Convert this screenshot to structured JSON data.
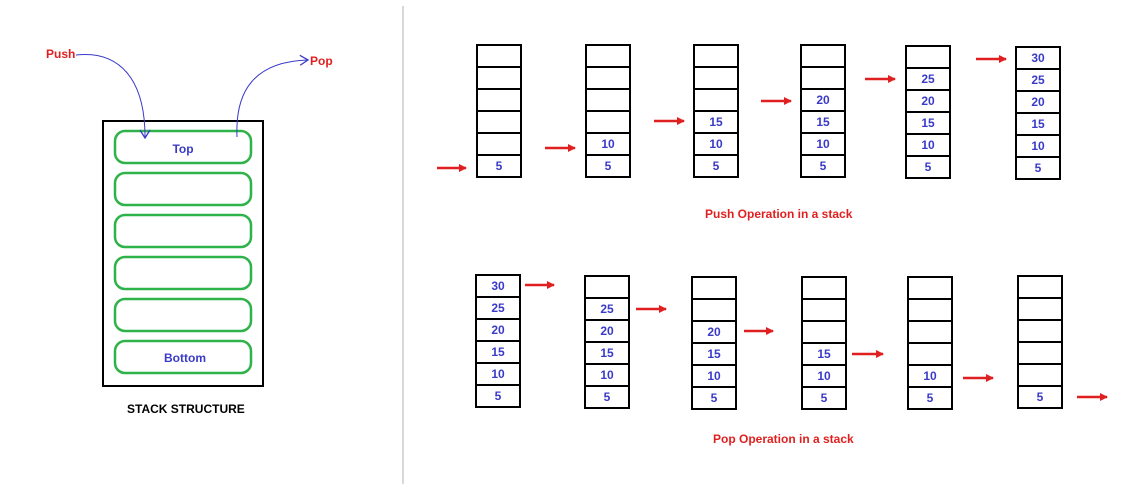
{
  "colors": {
    "red": "#e02020",
    "blue": "#3a3ac8",
    "green": "#2eb24a",
    "black": "#000000",
    "divider": "#b0b0b0"
  },
  "structure": {
    "push_label": "Push",
    "pop_label": "Pop",
    "top_label": "Top",
    "bottom_label": "Bottom",
    "caption": "STACK STRUCTURE"
  },
  "push_section": {
    "caption": "Push Operation in a stack",
    "stacks": [
      [
        "5"
      ],
      [
        "5",
        "10"
      ],
      [
        "5",
        "10",
        "15"
      ],
      [
        "5",
        "10",
        "15",
        "20"
      ],
      [
        "5",
        "10",
        "15",
        "20",
        "25"
      ],
      [
        "5",
        "10",
        "15",
        "20",
        "25",
        "30"
      ]
    ]
  },
  "pop_section": {
    "caption": "Pop Operation in a stack",
    "stacks": [
      [
        "5",
        "10",
        "15",
        "20",
        "25",
        "30"
      ],
      [
        "5",
        "10",
        "15",
        "20",
        "25"
      ],
      [
        "5",
        "10",
        "15",
        "20"
      ],
      [
        "5",
        "10",
        "15"
      ],
      [
        "5",
        "10"
      ],
      [
        "5"
      ]
    ]
  }
}
